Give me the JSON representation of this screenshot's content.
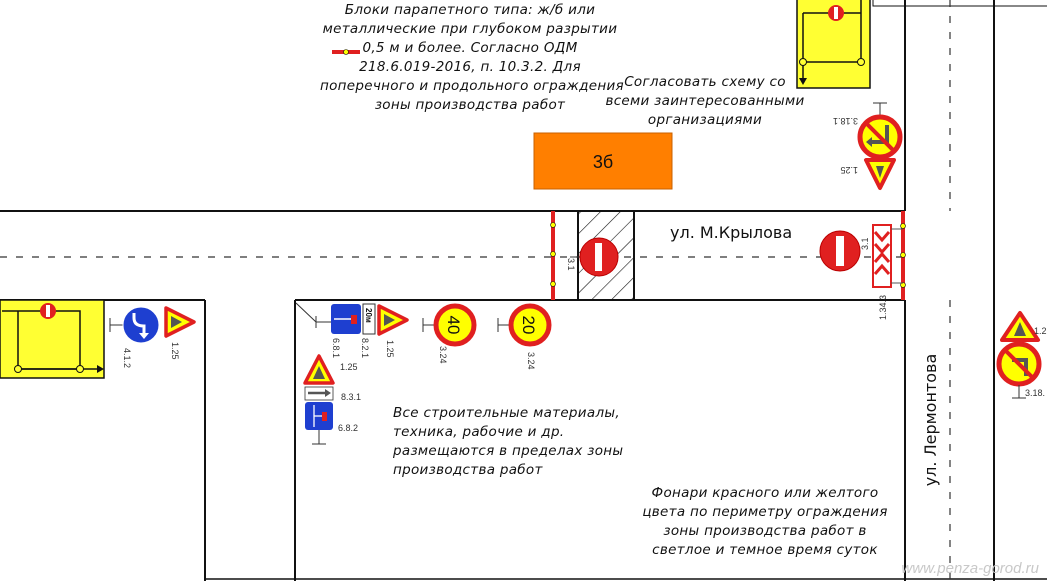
{
  "notes": {
    "barriers": [
      "Блоки парапетного типа: ж/б или",
      "металлические при глубоком разрытии",
      "0,5 м и более. Согласно ОДМ",
      "218.6.019-2016, п. 10.3.2. Для",
      "поперечного и продольного ограждения",
      "зоны производства работ"
    ],
    "agree": [
      "Согласовать схему со",
      "всеми заинтересованными",
      "организациями"
    ],
    "materials": [
      "Все строительные материалы,",
      "техника, рабочие и др.",
      "размещаются в пределах зоны",
      "производства работ"
    ],
    "lights": [
      "Фонари красного или желтого",
      "цвета по периметру ограждения",
      "зоны производства работ в",
      "светлое и темное время суток"
    ]
  },
  "building": {
    "label": "3б",
    "color": "#ff7f00"
  },
  "streets": {
    "krylova": "ул. М.Крылова",
    "lermontova": "ул. Лермонтова"
  },
  "signs": {
    "s3_1_a": "3.1",
    "s3_1_b": "3.1",
    "s1_34_3": "1.34.3",
    "s3_18_1": "3.18.1",
    "s1_25_top": "1.25",
    "s1_25_right": "1.2",
    "s3_18_2": "3.18.",
    "s4_1_2": "4.1.2",
    "s1_25_left": "1.25",
    "s6_8_1": "6.8.1",
    "s8_2_1": "8.2.1",
    "s8_2_1_text": "20м",
    "s1_25_mid": "1.25",
    "speed40": "40",
    "speed20": "20",
    "s3_24a": "3.24",
    "s3_24b": "3.24",
    "s1_25_low": "1.25",
    "s8_3_1": "8.3.1",
    "s6_8_2": "6.8.2"
  },
  "watermark": "www.penza-gorod.ru",
  "colors": {
    "sign_red": "#e02020",
    "sign_yellow": "#ffff00",
    "sign_blue": "#1e3fd0",
    "scheme_yellow": "#ffff33"
  }
}
